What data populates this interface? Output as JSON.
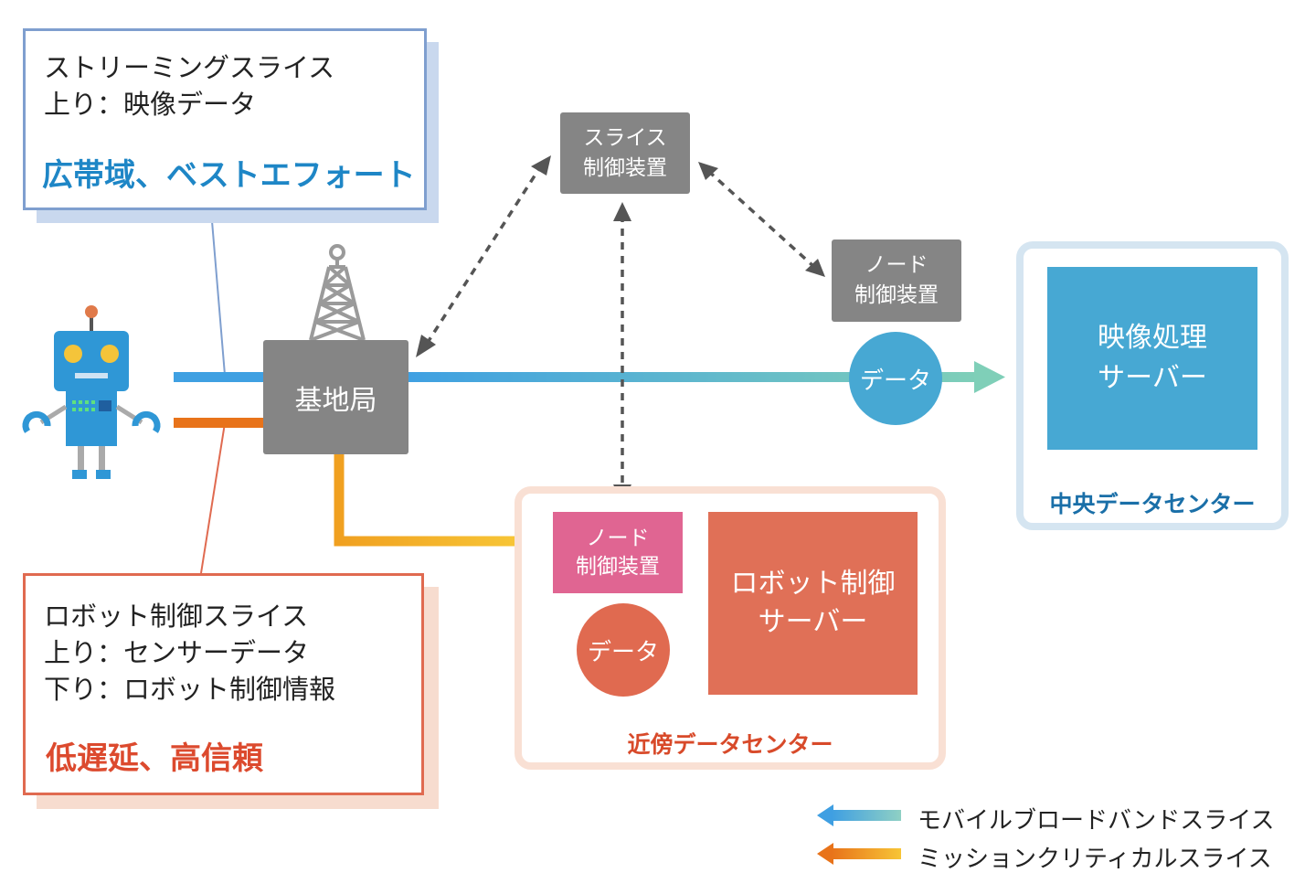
{
  "colors": {
    "mobile_broadband": "#42a3e0",
    "mission_critical": "#e8731a",
    "box_gray": "#858585",
    "central_blue": "#47a8d3",
    "robot_server": "#e07057",
    "node_pink": "#e06592",
    "emph_blue": "#1e86c6",
    "emph_red": "#dc4a2e"
  },
  "streaming_callout": {
    "line1": "ストリーミングスライス",
    "line2": "上り：映像データ",
    "emphasis": "広帯域、ベストエフォート"
  },
  "robot_callout": {
    "line1": "ロボット制御スライス",
    "line2": "上り：センサーデータ",
    "line3": "下り：ロボット制御情報",
    "emphasis": "低遅延、高信頼"
  },
  "base_station": {
    "label": "基地局"
  },
  "slice_controller": {
    "line1": "スライス",
    "line2": "制御装置"
  },
  "node_controller_central": {
    "line1": "ノード",
    "line2": "制御装置"
  },
  "data_circle_central": {
    "label": "データ"
  },
  "central_dc": {
    "server_line1": "映像処理",
    "server_line2": "サーバー",
    "label": "中央データセンター"
  },
  "nearby_dc": {
    "node_line1": "ノード",
    "node_line2": "制御装置",
    "data_label": "データ",
    "server_line1": "ロボット制御",
    "server_line2": "サーバー",
    "label": "近傍データセンター"
  },
  "legend": {
    "mobile_broadband": "モバイルブロードバンドスライス",
    "mission_critical": "ミッションクリティカルスライス"
  }
}
